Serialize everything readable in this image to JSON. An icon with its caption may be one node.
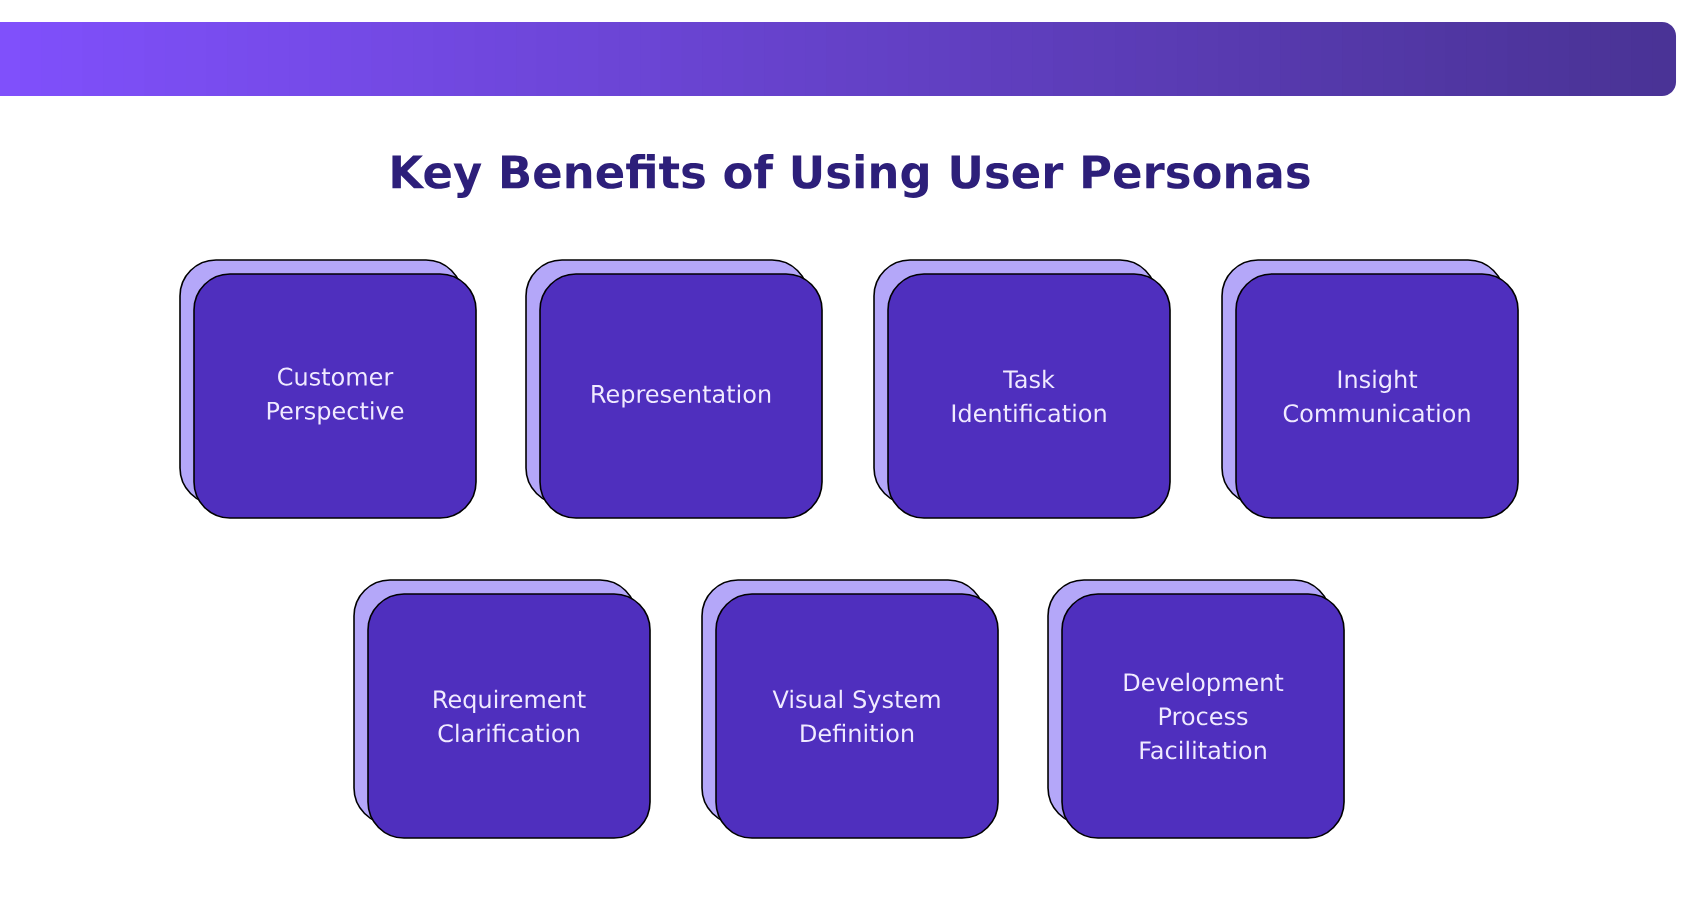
{
  "diagram": {
    "title": "Key Benefits of Using User Personas",
    "nodes": [
      {
        "text": [
          "Customer Perspective"
        ]
      },
      {
        "text": [
          "Representation"
        ]
      },
      {
        "text": [
          "Task Identification"
        ]
      },
      {
        "text": [
          "Insight Communication"
        ]
      },
      {
        "text": [
          "Requirement Clarification"
        ]
      },
      {
        "text": [
          "Visual System Definition"
        ]
      },
      {
        "text": [
          "Development Process Facilitation"
        ]
      }
    ],
    "edges": []
  }
}
